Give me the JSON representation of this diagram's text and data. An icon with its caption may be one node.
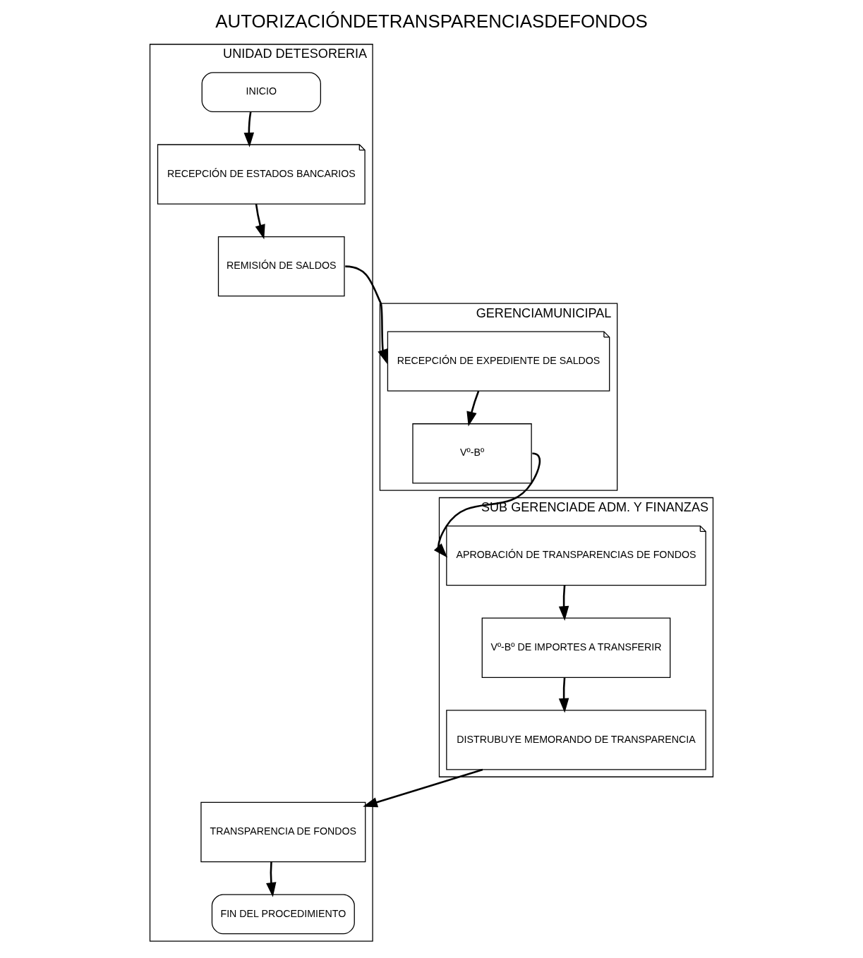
{
  "diagram": {
    "title": "AUTORIZACIÓNDETRANSPARENCIASDEFONDOS",
    "nodes": [
      {
        "text": [
          "UNIDAD DETESORERIA"
        ]
      },
      {
        "text": [
          "INICIO"
        ],
        "in": 0
      },
      {
        "text": [
          "RECEPCIÓN DE ESTADOS BANCARIOS"
        ],
        "in": 0
      },
      {
        "text": [
          "REMISIÓN DE SALDOS"
        ],
        "in": 0
      },
      {
        "text": [
          "GERENCIAMUNICIPAL"
        ]
      },
      {
        "text": [
          "RECEPCIÓN DE EXPEDIENTE DE SALDOS"
        ],
        "in": 4
      },
      {
        "text": [
          "Vº-Bº"
        ],
        "in": 4
      },
      {
        "text": [
          "SUB GERENCIADE ADM. Y FINANZAS"
        ]
      },
      {
        "text": [
          "APROBACIÓN DE TRANSPARENCIAS DE FONDOS"
        ],
        "in": 7
      },
      {
        "text": [
          "Vº-Bº DE IMPORTES A TRANSFERIR"
        ],
        "in": 7
      },
      {
        "text": [
          "DISTRUBUYE MEMORANDO DE TRANSPARENCIA"
        ],
        "in": 7
      },
      {
        "text": [
          "TRANSPARENCIA DE FONDOS"
        ],
        "in": 0
      },
      {
        "text": [
          "FIN DEL PROCEDIMIENTO"
        ],
        "in": 0
      }
    ],
    "edges": [
      {
        "from": 1,
        "to": 2,
        "arrow": "to"
      },
      {
        "from": 2,
        "to": 3,
        "arrow": "to"
      },
      {
        "from": 3,
        "to": 5,
        "arrow": "to"
      },
      {
        "from": 5,
        "to": 6,
        "arrow": "to"
      },
      {
        "from": 6,
        "to": 8,
        "arrow": "to"
      },
      {
        "from": 8,
        "to": 9,
        "arrow": "to"
      },
      {
        "from": 9,
        "to": 10,
        "arrow": "to"
      },
      {
        "from": 10,
        "to": 11,
        "arrow": "to"
      },
      {
        "from": 11,
        "to": 12,
        "arrow": "to"
      }
    ]
  }
}
